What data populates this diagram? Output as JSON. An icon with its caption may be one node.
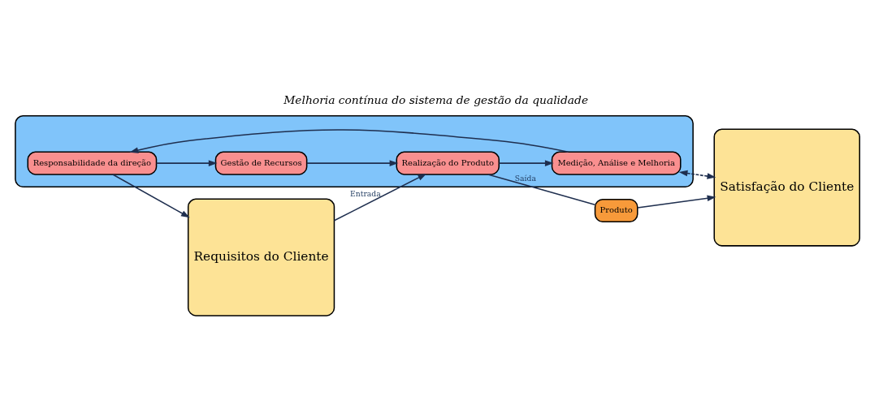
{
  "diagram": {
    "title": "Melhoria contínua do sistema de gestão da qualidade",
    "nodes": [
      {
        "text": [
          "Requisitos do Cliente"
        ]
      },
      {
        "text": [],
        "shape": "ellipse"
      },
      {
        "text": [
          "Responsabilidade da direção"
        ],
        "in": 1
      },
      {
        "text": [
          "Gestão de Recursos"
        ],
        "in": 1
      },
      {
        "text": [
          "Medição, Análise e Melhoria"
        ],
        "in": 1
      },
      {
        "text": [
          "Realização do Produto"
        ],
        "in": 1
      },
      {
        "text": [
          "Produto"
        ]
      },
      {
        "text": [
          "Satisfação do Cliente"
        ]
      }
    ],
    "edges": [
      {
        "from": 2,
        "to": 0,
        "arrow": "to"
      },
      {
        "from": 2,
        "to": 3,
        "arrow": "to"
      },
      {
        "from": 3,
        "to": 5,
        "arrow": "to"
      },
      {
        "from": 5,
        "to": 4,
        "arrow": "to"
      },
      {
        "from": 4,
        "to": 2,
        "arrow": "to"
      },
      {
        "from": 0,
        "to": 5,
        "arrow": "to",
        "label": "Entrada"
      },
      {
        "from": 5,
        "to": 6,
        "arrow": "none",
        "label": "Saída"
      },
      {
        "from": 6,
        "to": 7,
        "arrow": "to"
      },
      {
        "from": 4,
        "to": 7,
        "arrow": "both",
        "style": "dashed"
      }
    ]
  }
}
